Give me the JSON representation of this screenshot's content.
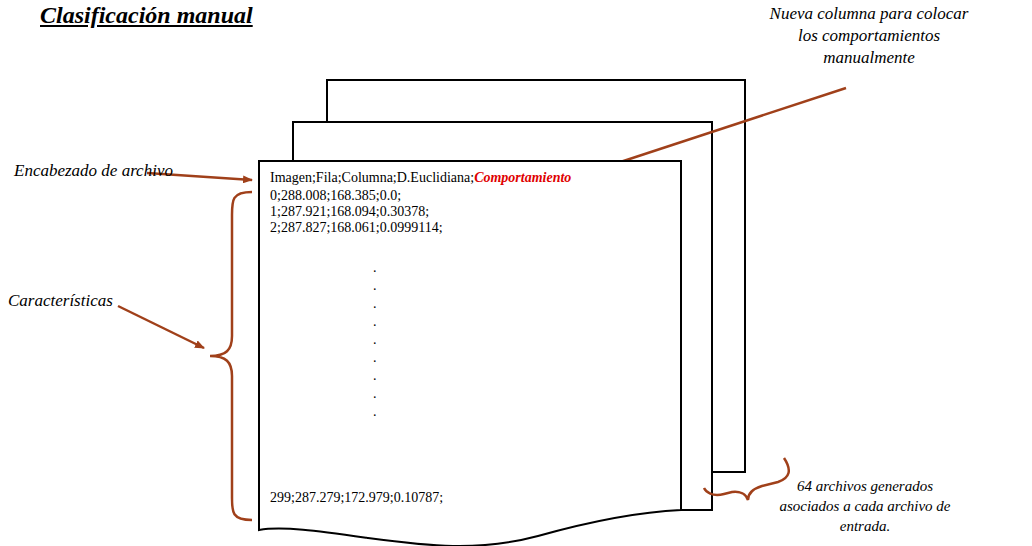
{
  "diagram": {
    "title": "Clasificación manual",
    "nodes": [
      {
        "text": [
          "Imagen;Fila;Columna;D.Euclidiana;",
          "Comportamiento",
          "0;288.008;168.385;0.0;",
          "1;287.921;168.094;0.30378;",
          "2;287.827;168.061;0.0999114;",
          ".",
          ".",
          ".",
          ".",
          ".",
          ".",
          ".",
          ".",
          ".",
          "299;287.279;172.979;0.10787;"
        ]
      }
    ],
    "labels": [
      "Encabezado de archivo",
      "Características",
      "Nueva columna para colocar los comportamientos manualmente",
      "64 archivos generados asociados a cada archivo de entrada."
    ]
  }
}
